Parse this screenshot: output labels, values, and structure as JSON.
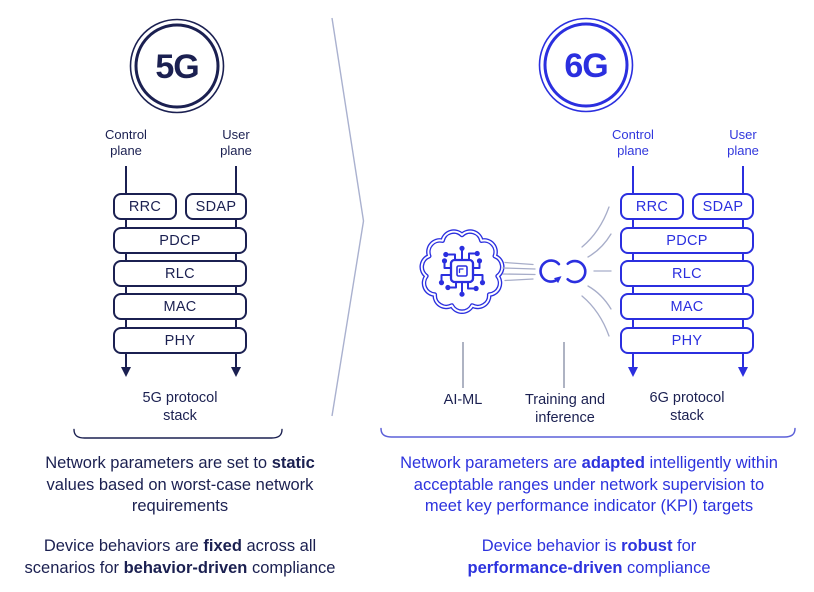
{
  "colors": {
    "navy": "#1b2051",
    "blue": "#2b2fdf",
    "blue_text": "#2d33de",
    "annotation_line": "#a7adc9",
    "separator_line": "#aab1cf",
    "right_brace": "#5c60d8"
  },
  "icons": {
    "brain": "brain-circuit-icon",
    "infinity": "infinity-loop-icon",
    "speed_lines": "signal-speed-lines",
    "fan_lines": "adaptation-fan-lines",
    "separator": "chevron-separator",
    "down_arrow": "down-arrow-icon",
    "underbrace": "underbrace"
  },
  "left": {
    "badge_label": "5G",
    "control_plane_label": "Control plane",
    "user_plane_label": "User plane",
    "stack": {
      "rrc": "RRC",
      "sdap": "SDAP",
      "pdcp": "PDCP",
      "rlc": "RLC",
      "mac": "MAC",
      "phy": "PHY"
    },
    "caption": "5G protocol stack",
    "para1": {
      "l1a": "Network parameters are set to ",
      "l1b": "static",
      "l2": "values based on worst-case network",
      "l3": "requirements"
    },
    "para2": {
      "l1a": "Device behaviors are ",
      "l1b": "fixed",
      "l1c": " across all",
      "l2a": "scenarios for ",
      "l2b": "behavior-driven",
      "l2c": " compliance"
    }
  },
  "right": {
    "badge_label": "6G",
    "control_plane_label": "Control plane",
    "user_plane_label": "User plane",
    "stack": {
      "rrc": "RRC",
      "sdap": "SDAP",
      "pdcp": "PDCP",
      "rlc": "RLC",
      "mac": "MAC",
      "phy": "PHY"
    },
    "ai_ml_label": "AI-ML",
    "training_label": "Training and inference",
    "caption": "6G protocol stack",
    "para1": {
      "l1a": "Network parameters are ",
      "l1b": "adapted",
      "l1c": " intelligently within",
      "l2": "acceptable ranges under network supervision to",
      "l3": "meet key performance indicator (KPI) targets"
    },
    "para2": {
      "l1a": "Device behavior is ",
      "l1b": "robust",
      "l1c": " for",
      "l2a": "performance-driven",
      "l2b": " compliance"
    }
  }
}
